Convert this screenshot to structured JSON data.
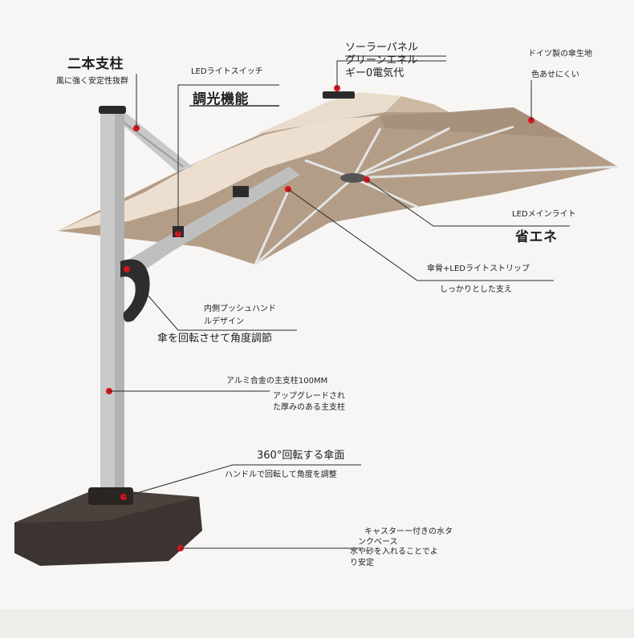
{
  "callouts": {
    "twin_pole_title": "二本支柱",
    "twin_pole_desc": "風に強く安定性抜群",
    "led_switch": "LEDライトスイッチ",
    "dimmer": "調光機能",
    "solar_line1": "ソーラーパネル",
    "solar_line2": "グリーンエネル",
    "solar_line3": "ギー0電気代",
    "fabric_line1": "ドイツ製の傘生地",
    "fabric_line2": "色あせにくい",
    "main_light": "LEDメインライト",
    "energy_saving": "省エネ",
    "ribs_led": "傘骨+LEDライトストリップ",
    "sturdy": "しっかりとした支え",
    "handle_line1": "内側プッシュハンド",
    "handle_line2": "ルデザイン",
    "rotate_angle": "傘を回転させて角度調節",
    "pole_title": "アルミ合金の主支柱100MM",
    "pole_line1": "アップグレードされ",
    "pole_line2": "た厚みのある主支柱",
    "rotate360": "360°回転する傘面",
    "rotate360_desc": "ハンドルで回転して角度を調整",
    "base_line1": "キャスターー付きの水タ",
    "base_line2": "ンクベース",
    "base_line3": "水や砂を入れることでよ",
    "base_line4": "り安定"
  },
  "colors": {
    "canopy_top": "#e9dfd1",
    "canopy_under": "#b09a84",
    "pole": "#c9c9c9",
    "base": "#3a302b",
    "dot": "#d4141c"
  }
}
